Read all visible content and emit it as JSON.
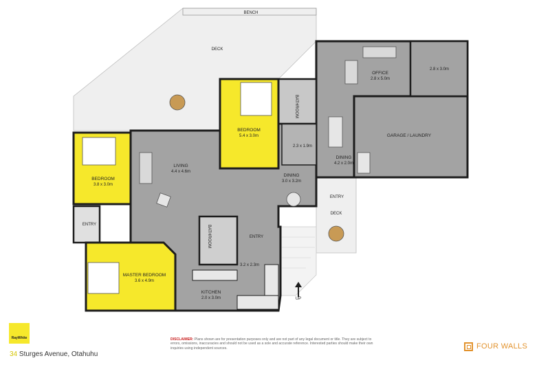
{
  "labels": {
    "bench": "BENCH",
    "deck_top": "DECK",
    "deck_right": "DECK",
    "up": "UP",
    "entry_left": "ENTRY",
    "entry_right": "ENTRY",
    "entry_mid": "ENTRY",
    "bathroom_top": "BATHROOM",
    "bathroom_mid": "BATHROOM"
  },
  "rooms": {
    "office": {
      "name": "OFFICE",
      "dims": "2.8 x 5.0m"
    },
    "room_2": {
      "dims": "2.8 x 3.0m"
    },
    "garage": {
      "name": "GARAGE / LAUNDRY"
    },
    "bedroom_top": {
      "name": "BEDROOM",
      "dims": "5.4 x 3.0m"
    },
    "bedroom_left": {
      "name": "BEDROOM",
      "dims": "3.8 x 3.0m"
    },
    "living": {
      "name": "LIVING",
      "dims": "4.4 x 4.6m"
    },
    "dining_main": {
      "name": "DINING",
      "dims": "3.0 x 3.2m"
    },
    "dining_2": {
      "name": "DINING",
      "dims": "4.2 x 2.0m"
    },
    "room_small": {
      "dims": "2.3 x 1.9m"
    },
    "room_mid": {
      "dims": "3.2 x 2.3m"
    },
    "master": {
      "name": "MASTER BEDROOM",
      "dims": "3.6 x 4.9m"
    },
    "kitchen": {
      "name": "KITCHEN",
      "dims": "2.0 x 3.0m"
    }
  },
  "footer": {
    "agency": "RayWhite",
    "address_number": "34",
    "address_rest": " Sturges Avenue, Otahuhu",
    "disclaimer_label": "DISCLAIMER:",
    "disclaimer_text": " Plans shown are for presentation purposes only and are not part of any legal document or title. They are subject to errors, omissions, inaccuracies and should not be used as a sole and accurate reference. Interested parties should make their own inquiries using independent sources.",
    "brand": "FOUR WALLS"
  },
  "colors": {
    "floor": "#a3a3a3",
    "bedroom": "#f6e82b",
    "deck": "#efefef",
    "wall": "#1c1c1c",
    "brand_orange": "#e2922c"
  }
}
